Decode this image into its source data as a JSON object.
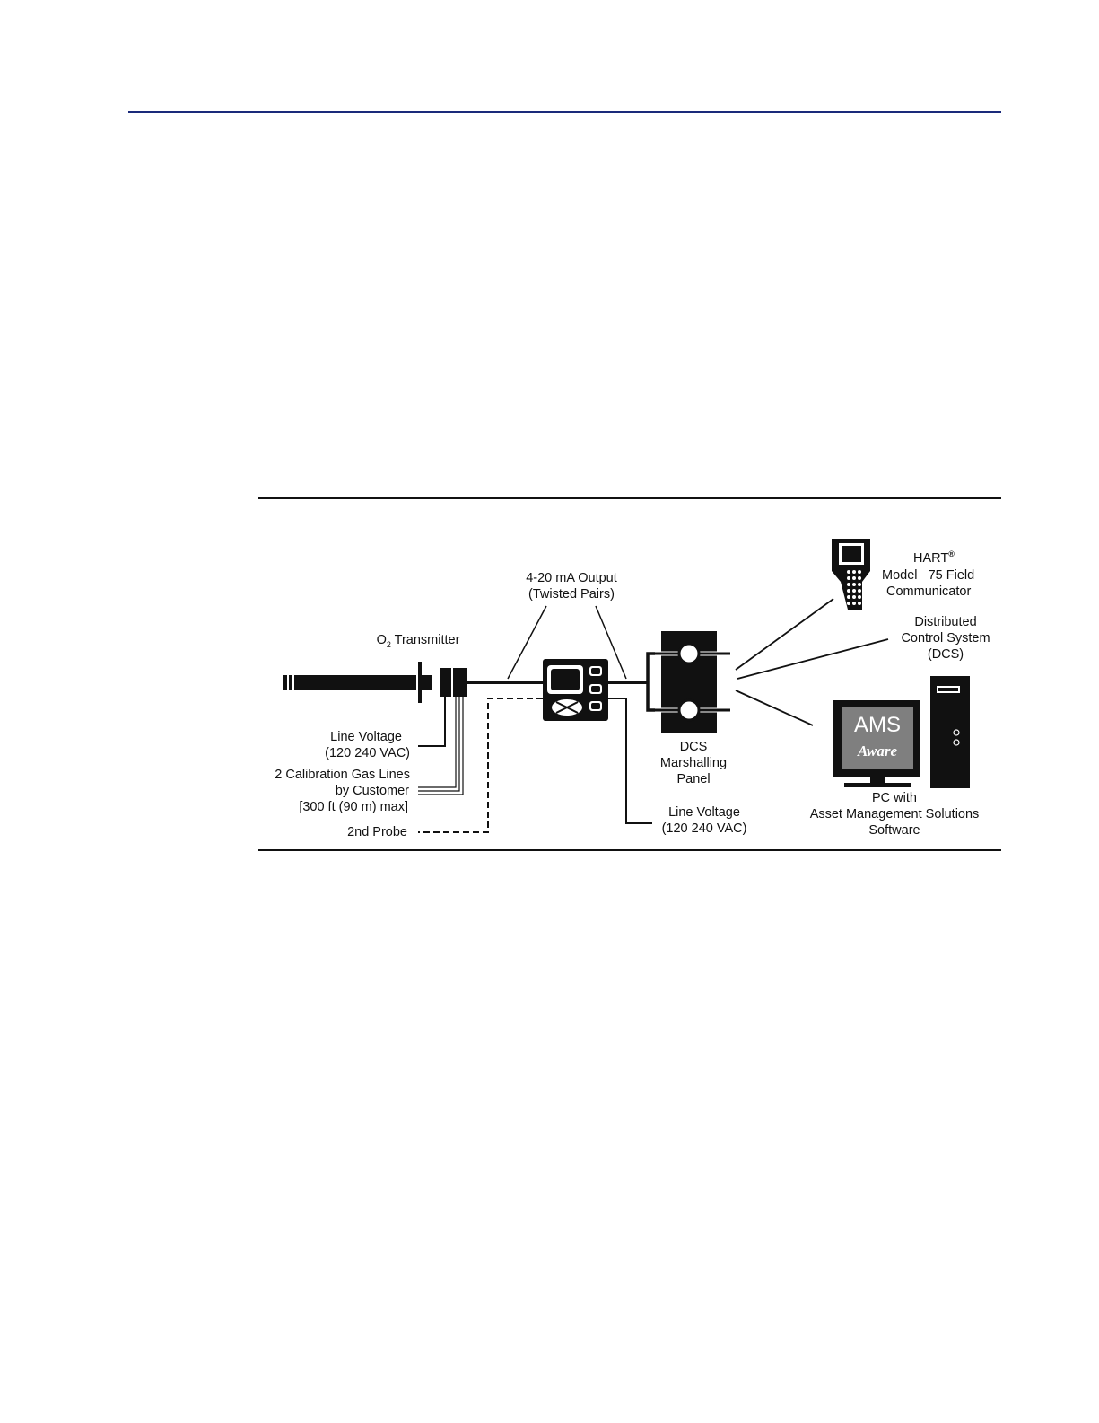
{
  "colors": {
    "header_rule": "#1a2a7a",
    "ink": "#111111",
    "monitor_screen": "#7f7f7f"
  },
  "diagram": {
    "output_label": [
      "4-20 mA Output",
      "(Twisted Pairs)"
    ],
    "transmitter_label": {
      "prefix": "O",
      "subscript": "2",
      "suffix": " Transmitter"
    },
    "line_voltage_left": [
      "Line Voltage",
      "(120 240 VAC)"
    ],
    "cal_gas": [
      "2 Calibration Gas Lines",
      "by Customer",
      "[300 ft (90 m) max]"
    ],
    "second_probe": "2nd Probe",
    "line_voltage_bottom": [
      "Line Voltage",
      "(120 240 VAC)"
    ],
    "marshalling": [
      "DCS",
      "Marshalling",
      "Panel"
    ],
    "hart": {
      "name": "HART",
      "mark": "®",
      "line2": "Model   75 Field",
      "line3": "Communicator"
    },
    "dcs": [
      "Distributed",
      "Control System",
      "(DCS)"
    ],
    "pc": [
      "PC with",
      "Asset Management Solutions",
      "Software"
    ],
    "ams_screen": {
      "line1": "AMS",
      "line2": "Aware"
    }
  }
}
